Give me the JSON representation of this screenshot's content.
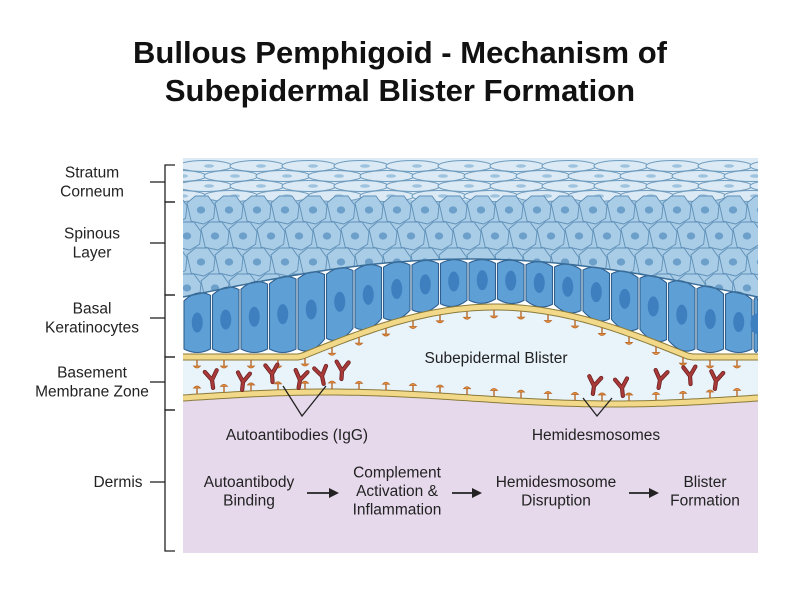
{
  "title": {
    "line1": "Bullous Pemphigoid - Mechanism of",
    "line2": "Subepidermal Blister Formation"
  },
  "layers": [
    {
      "id": "stratum-corneum",
      "lines": [
        "Stratum",
        "Corneum"
      ]
    },
    {
      "id": "spinous-layer",
      "lines": [
        "Spinous",
        "Layer"
      ]
    },
    {
      "id": "basal-keratinocytes",
      "lines": [
        "Basal",
        "Keratinocytes"
      ]
    },
    {
      "id": "basement-membrane-zone",
      "lines": [
        "Basement",
        "Membrane Zone"
      ]
    },
    {
      "id": "dermis",
      "lines": [
        "Dermis"
      ]
    }
  ],
  "annotations": {
    "blister": "Subepidermal Blister",
    "autoantibodies": "Autoantibodies (IgG)",
    "hemidesmosomes": "Hemidesmosomes"
  },
  "mechanism_steps": [
    {
      "lines": [
        "Autoantibody",
        "Binding"
      ]
    },
    {
      "lines": [
        "Complement",
        "Activation &",
        "Inflammation"
      ]
    },
    {
      "lines": [
        "Hemidesmosome",
        "Disruption"
      ]
    },
    {
      "lines": [
        "Blister",
        "Formation"
      ]
    }
  ],
  "colors": {
    "corneum": "#dbeaf4",
    "spinous": "#a9cde6",
    "basal": "#5e9fd6",
    "nucleus": "#3d7fbf",
    "membrane": "#f2d98a",
    "blister_fluid": "#e8f3fa",
    "dermis": "#e6d9ec",
    "antibody": "#a83a3a",
    "hemidesmosome": "#e8923a"
  }
}
